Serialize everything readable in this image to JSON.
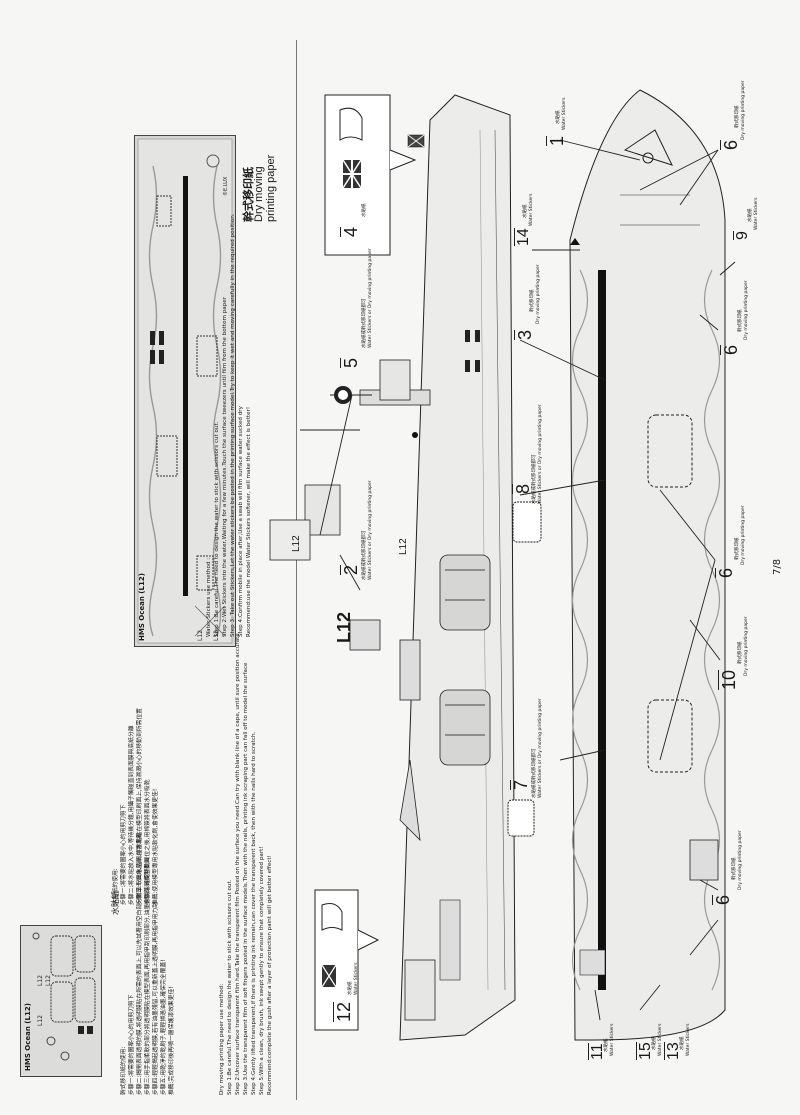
{
  "page_number": "7/8",
  "water_instructions": {
    "title": "Water Stickers use method :",
    "steps": [
      "Step 1:Be careful.The need to design the water to stick with scissors cut out.",
      "Step 2:Wet Stickers into the water,Waiting for a few minutes.Touch the surface tweezers until film from the bottom paper",
      "Step 3: Take out Stickers,Let the water stickers be posted in the printing surface model.Try to keep it wet and moving carefully in the required position.",
      "Step 4:Confirm mobile in place after,Use a swab will film surface water sucked dry",
      "Recommend:use the model Water Stickers softener, will make the effect is better!"
    ]
  },
  "dry_instructions": {
    "title": "Dry moving printing paper use method:",
    "steps": [
      "Step 1:Be careful.The need to design the water to stick with scissors cut out.",
      "Step 2:Uncover surface transparent film hard.Take the transparent film Posted on the surface you need.Can try with blank line of a cape, until sure position accurate.",
      "Step 3:Use the transparent film of soft fingers posted in the surface models.Then with the nails, printing ink scraping part can fall off to model the surface",
      "Step 4:Gently lifted transparent,if there is printing ink remain,can cover the transparent back, then with the nails hard to scratch.",
      "Step 5:With a clean, dry brush, ink swept gently to ensure that completely covered part!",
      "Recommend:complete the gush after a layer of protection paint will get better effect!"
    ]
  },
  "cn_water_instructions": {
    "title": "水貼紙的使用:",
    "lines": [
      "步驟一:將需要的圖案小心的用剪刀剪下",
      "步驟二:將水貼放入水中,等待幾分鐘,用鑷子觸碰直到表面膜與底紙分離",
      "步驟三:取出水貼紙,將水貼貼在模型印刷面上,保持濕潤小心的移動到所需位置",
      "步驟四:確認移動到位之後,用棉簽將表面水分吸乾",
      "推薦:使用模型專用水貼軟化劑,會使效果更佳!"
    ]
  },
  "cn_dry_instructions": {
    "title": "水貼紙",
    "subtitle": "幹式移印紙的使用:",
    "lines": [
      "步驟一:將需要的圖案小心的用剪刀剪下",
      "步驟二:揭開表面透明的膜,將透明膜貼在所需的表面上,可以先試著用空白部分對準一個角,直到位置準確",
      "步驟三:用手指柔軟的部分將透明膜貼在模型表面,再用指甲刮印刷部分,油墨會脫落到模型表面",
      "步驟四:輕輕揭起透明膜,若有油墨殘留,可以重新蓋上透明膜,再用指甲用力刮",
      "步驟五:用乾淨的乾刷子,輕輕掃過油墨,確保完全覆蓋!",
      "推薦:完成移印後再噴一層保護漆效果更佳!"
    ]
  },
  "large_sheet": {
    "title": "HMS Ocean (L12)",
    "label_cn": "幹式移印紙",
    "label_en_1": "Dry moving",
    "label_en_2": "printing paper",
    "brand": "®E.LUX",
    "mark_1": "L12",
    "mark_2": "L12"
  },
  "small_sheet": {
    "title": "HMS Ocean (L12)",
    "label": "水貼紙",
    "marks": [
      "L12",
      "L12",
      "L12"
    ]
  },
  "ship_marks": {
    "bow_left": "L12",
    "bow_right": "L12",
    "hull_large": "L12"
  },
  "callouts": [
    {
      "num": "1",
      "cn": "水貼紙",
      "en": "Water Stickers"
    },
    {
      "num": "2",
      "cn": "水貼紙或幹式移印紙都可",
      "en": "Water Stickers or Dry moving printing paper"
    },
    {
      "num": "3",
      "cn": "幹式移印紙",
      "en": "Dry moving printing paper"
    },
    {
      "num": "4",
      "cn": "水貼紙",
      "en": ""
    },
    {
      "num": "5",
      "cn": "水貼紙或幹式移印紙都可",
      "en": "Water Stickers or Dry moving printing paper"
    },
    {
      "num": "6",
      "cn": "幹式移印紙",
      "en": "Dry moving printing paper"
    },
    {
      "num": "7",
      "cn": "水貼紙或幹式移印紙都可",
      "en": "Water Stickers or Dry moving printing paper"
    },
    {
      "num": "8",
      "cn": "水貼紙或幹式移印紙都可",
      "en": "Water Stickers or Dry moving printing paper"
    },
    {
      "num": "9",
      "cn": "水貼紙",
      "en": "Water Stickers"
    },
    {
      "num": "10",
      "cn": "幹式移印紙",
      "en": "Dry moving printing paper"
    },
    {
      "num": "11",
      "cn": "水貼紙",
      "en": "Water Stickers"
    },
    {
      "num": "12",
      "cn": "水貼紙",
      "en": "Water Stickers"
    },
    {
      "num": "13",
      "cn": "水貼紙",
      "en": "Water Stickers"
    },
    {
      "num": "14",
      "cn": "水貼紙",
      "en": "Water Stickers"
    },
    {
      "num": "15",
      "cn": "水貼紙",
      "en": "Water Stickers"
    }
  ],
  "colors": {
    "ink": "#1a1a1a",
    "paper": "#f6f6f4",
    "sheet_grey": "#d8d8d6",
    "flag_blue": "#2a2a2a"
  }
}
